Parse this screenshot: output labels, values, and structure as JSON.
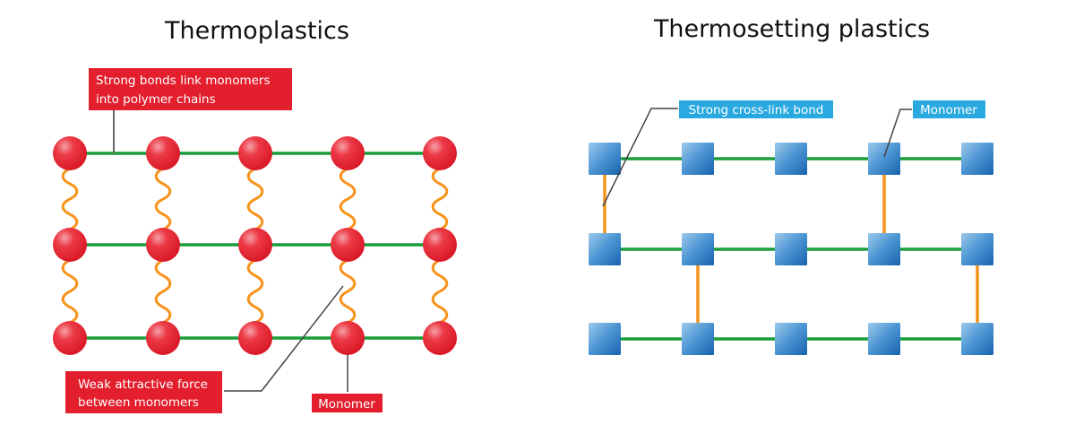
{
  "colors": {
    "red_label": "#e31e2d",
    "blue_label": "#29a9e0",
    "chain_bond": "#1a9e3a",
    "weak_force": "#f7941d",
    "crosslink": "#f7941d",
    "leader_line": "#444444",
    "circle_fill": "#e8202e",
    "circle_light": "#f47a85",
    "square_dark": "#1d6fb8",
    "square_light": "#8cc0e6"
  },
  "left_panel": {
    "title": "Thermoplastics",
    "grid": {
      "rows": 3,
      "cols": 5
    },
    "chain_bond_label_lines": [
      "Strong bonds link monomers",
      "into polymer chains"
    ],
    "weak_force_label_lines": [
      "Weak attractive force",
      "between monomers"
    ],
    "monomer_label": "Monomer"
  },
  "right_panel": {
    "title": "Thermosetting plastics",
    "grid": {
      "rows": 3,
      "cols": 5
    },
    "crosslinks": [
      {
        "col": 0,
        "from_row": 0,
        "to_row": 1
      },
      {
        "col": 3,
        "from_row": 0,
        "to_row": 1
      },
      {
        "col": 1,
        "from_row": 1,
        "to_row": 2
      },
      {
        "col": 4,
        "from_row": 1,
        "to_row": 2
      }
    ],
    "crosslink_label": "Strong cross-link bond",
    "monomer_label": "Monomer"
  }
}
